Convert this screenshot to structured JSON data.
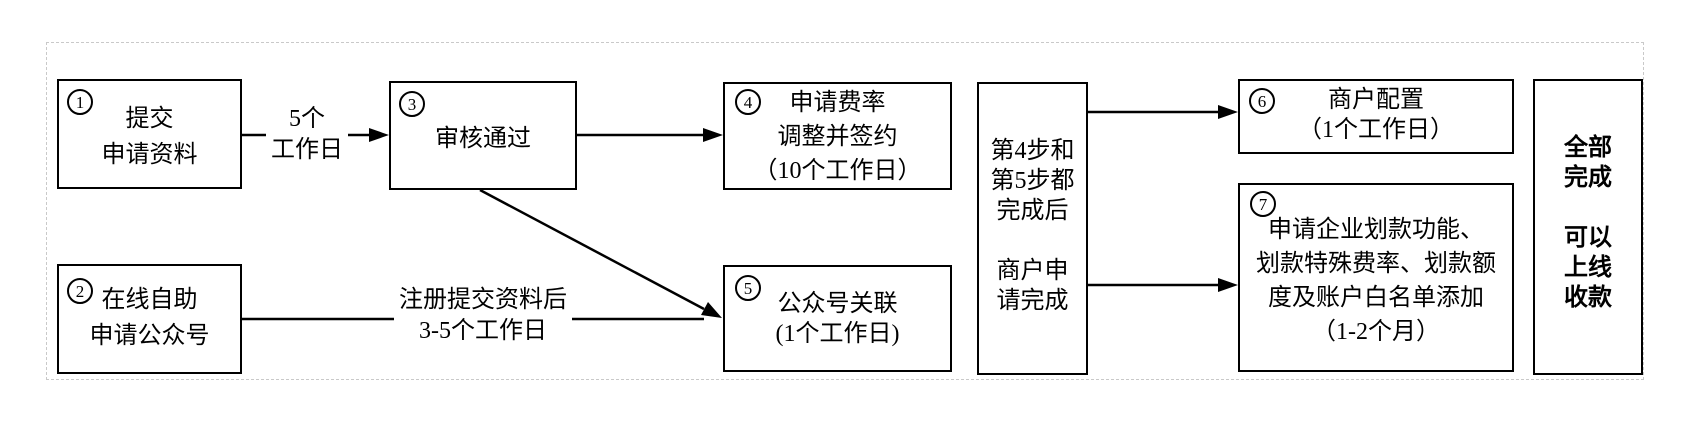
{
  "diagram": {
    "title": "merchant-onboarding-flowchart",
    "boxes": [
      {
        "id": "step1",
        "num": "1",
        "lines": [
          "提交",
          "申请资料"
        ]
      },
      {
        "id": "step2",
        "num": "2",
        "lines": [
          "在线自助",
          "申请公众号"
        ]
      },
      {
        "id": "step3",
        "num": "3",
        "lines": [
          "审核通过"
        ]
      },
      {
        "id": "step4",
        "num": "4",
        "lines": [
          "申请费率",
          "调整并签约",
          "（10个工作日）"
        ]
      },
      {
        "id": "step5",
        "num": "5",
        "lines": [
          "公众号关联",
          "(1个工作日)"
        ]
      },
      {
        "id": "gate",
        "num": "",
        "lines": [
          "第4步和",
          "第5步都",
          "完成后",
          "",
          "商户申",
          "请完成"
        ]
      },
      {
        "id": "step6",
        "num": "6",
        "lines": [
          "商户配置",
          "（1个工作日）"
        ]
      },
      {
        "id": "step7",
        "num": "7",
        "lines": [
          "申请企业划款功能、",
          "划款特殊费率、划款额",
          "度及账户白名单添加",
          "（1-2个月）"
        ]
      },
      {
        "id": "final",
        "num": "",
        "lines": [
          "全部",
          "完成",
          "",
          "可以",
          "上线",
          "收款"
        ]
      }
    ],
    "edge_labels": [
      {
        "id": "label-1-to-3",
        "lines": [
          "5个",
          "工作日"
        ]
      },
      {
        "id": "label-2-to-5",
        "lines": [
          "注册提交资料后",
          "3-5个工作日"
        ]
      }
    ],
    "colors": {
      "line": "#000000",
      "background": "#ffffff",
      "frame_dash": "#c9c9c9"
    }
  }
}
